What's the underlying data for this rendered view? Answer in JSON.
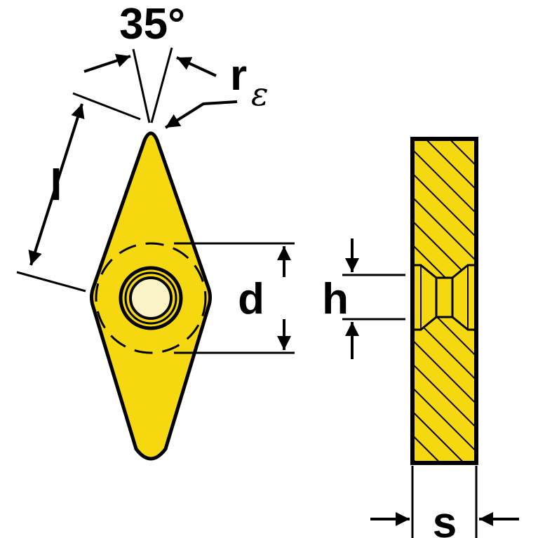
{
  "labels": {
    "angle": "35°",
    "corner_radius_base": "r",
    "corner_radius_sub": "ε",
    "edge_length": "l",
    "inscribed_circle": "d",
    "hole_height": "h",
    "thickness": "s"
  },
  "colors": {
    "insert_fill": "#f5d80f",
    "hole_fill": "#fbf3c8",
    "outline": "#000000",
    "background": "#ffffff"
  }
}
